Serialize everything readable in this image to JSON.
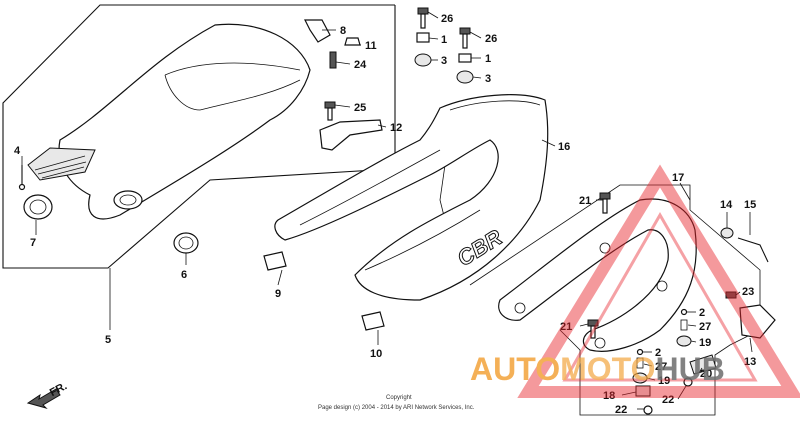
{
  "callouts": {
    "c1a": "1",
    "c1b": "1",
    "c2a": "2",
    "c2b": "2",
    "c3a": "3",
    "c3b": "3",
    "c4": "4",
    "c5": "5",
    "c6": "6",
    "c7": "7",
    "c8": "8",
    "c9": "9",
    "c10": "10",
    "c11": "11",
    "c12": "12",
    "c13": "13",
    "c14": "14",
    "c15": "15",
    "c16": "16",
    "c17": "17",
    "c18": "18",
    "c19a": "19",
    "c19b": "19",
    "c20": "20",
    "c21a": "21",
    "c21b": "21",
    "c22a": "22",
    "c22b": "22",
    "c23": "23",
    "c24": "24",
    "c25": "25",
    "c26a": "26",
    "c26b": "26",
    "c27a": "27",
    "c27b": "27"
  },
  "direction_label": "FR.",
  "tail_logo": "CBR",
  "watermark": {
    "auto": "AUTO",
    "moto": "MOTO",
    "hub": "HUB"
  },
  "copyright": {
    "line1": "Copyright",
    "line2": "Page design (c) 2004 - 2014 by ARI Network Services, Inc."
  },
  "colors": {
    "watermark_red": "#e8242b",
    "watermark_orange": "#f3a33a",
    "watermark_gray": "#6d6d6d"
  }
}
